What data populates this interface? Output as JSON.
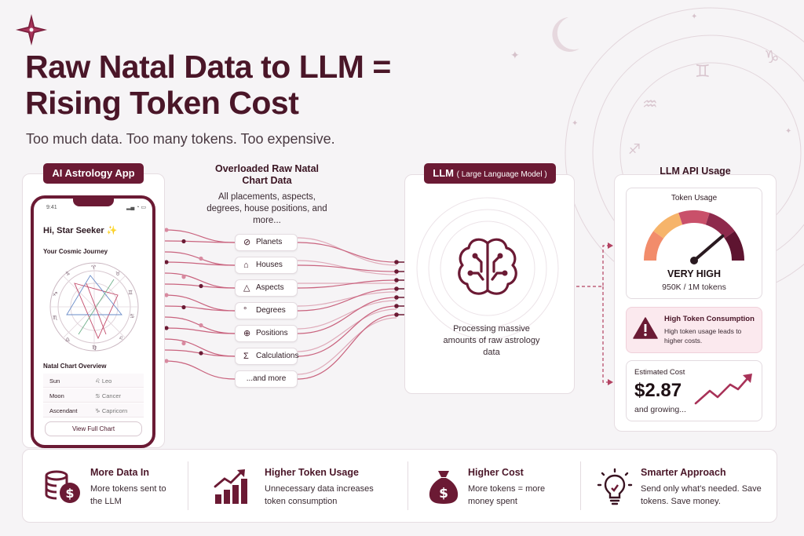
{
  "header": {
    "title_line1": "Raw Natal Data to LLM =",
    "title_line2": "Rising Token Cost",
    "subtitle": "Too much data. Too many tokens. Too expensive."
  },
  "app": {
    "label": "AI Astrology App",
    "time": "9:41",
    "status_icons": "▂▄ ◔ ▭",
    "greeting": "Hi, Star Seeker ✨",
    "journey_label": "Your Cosmic Journey",
    "overview_label": "Natal Chart Overview",
    "overview_rows": [
      {
        "key": "Sun",
        "glyph": "♌",
        "value": "Leo"
      },
      {
        "key": "Moon",
        "glyph": "♋",
        "value": "Cancer"
      },
      {
        "key": "Ascendant",
        "glyph": "♑",
        "value": "Capricorn"
      }
    ],
    "button": "View Full Chart"
  },
  "raw_data": {
    "heading": "Overloaded Raw Natal Chart Data",
    "description": "All placements, aspects, degrees, house positions, and more...",
    "items": [
      {
        "icon": "⊘",
        "label": "Planets"
      },
      {
        "icon": "⌂",
        "label": "Houses"
      },
      {
        "icon": "△",
        "label": "Aspects"
      },
      {
        "icon": "°",
        "label": "Degrees"
      },
      {
        "icon": "⊕",
        "label": "Positions"
      },
      {
        "icon": "Σ",
        "label": "Calculations"
      },
      {
        "icon": "",
        "label": "...and more"
      }
    ]
  },
  "llm": {
    "label": "LLM",
    "label_detail": "( Large Language Model )",
    "processing_text": "Processing massive amounts of raw astrology data"
  },
  "api_usage": {
    "heading": "LLM API Usage",
    "token_usage_label": "Token Usage",
    "gauge_level": 0.9,
    "gauge_colors": [
      "#f28c6b",
      "#f6b46a",
      "#c9506a",
      "#8e2a4c",
      "#5e1430"
    ],
    "gauge_value": "VERY HIGH",
    "gauge_sub": "950K / 1M tokens",
    "warning_title": "High Token Consumption",
    "warning_text": "High token usage leads to higher costs.",
    "cost_label": "Estimated Cost",
    "cost_value": "$2.87",
    "cost_sub": "and growing..."
  },
  "bottom": [
    {
      "icon": "coins-icon",
      "title": "More Data In",
      "text": "More tokens sent to the LLM"
    },
    {
      "icon": "bar-chart-icon",
      "title": "Higher Token Usage",
      "text": "Unnecessary data increases token consumption"
    },
    {
      "icon": "money-bag-icon",
      "title": "Higher Cost",
      "text": "More tokens = more money spent"
    },
    {
      "icon": "lightbulb-icon",
      "title": "Smarter Approach",
      "text": "Send only what's needed. Save tokens. Save money."
    }
  ],
  "colors": {
    "accent": "#6b1a34",
    "line": "#c24a6a",
    "text_dark": "#3a1422"
  }
}
